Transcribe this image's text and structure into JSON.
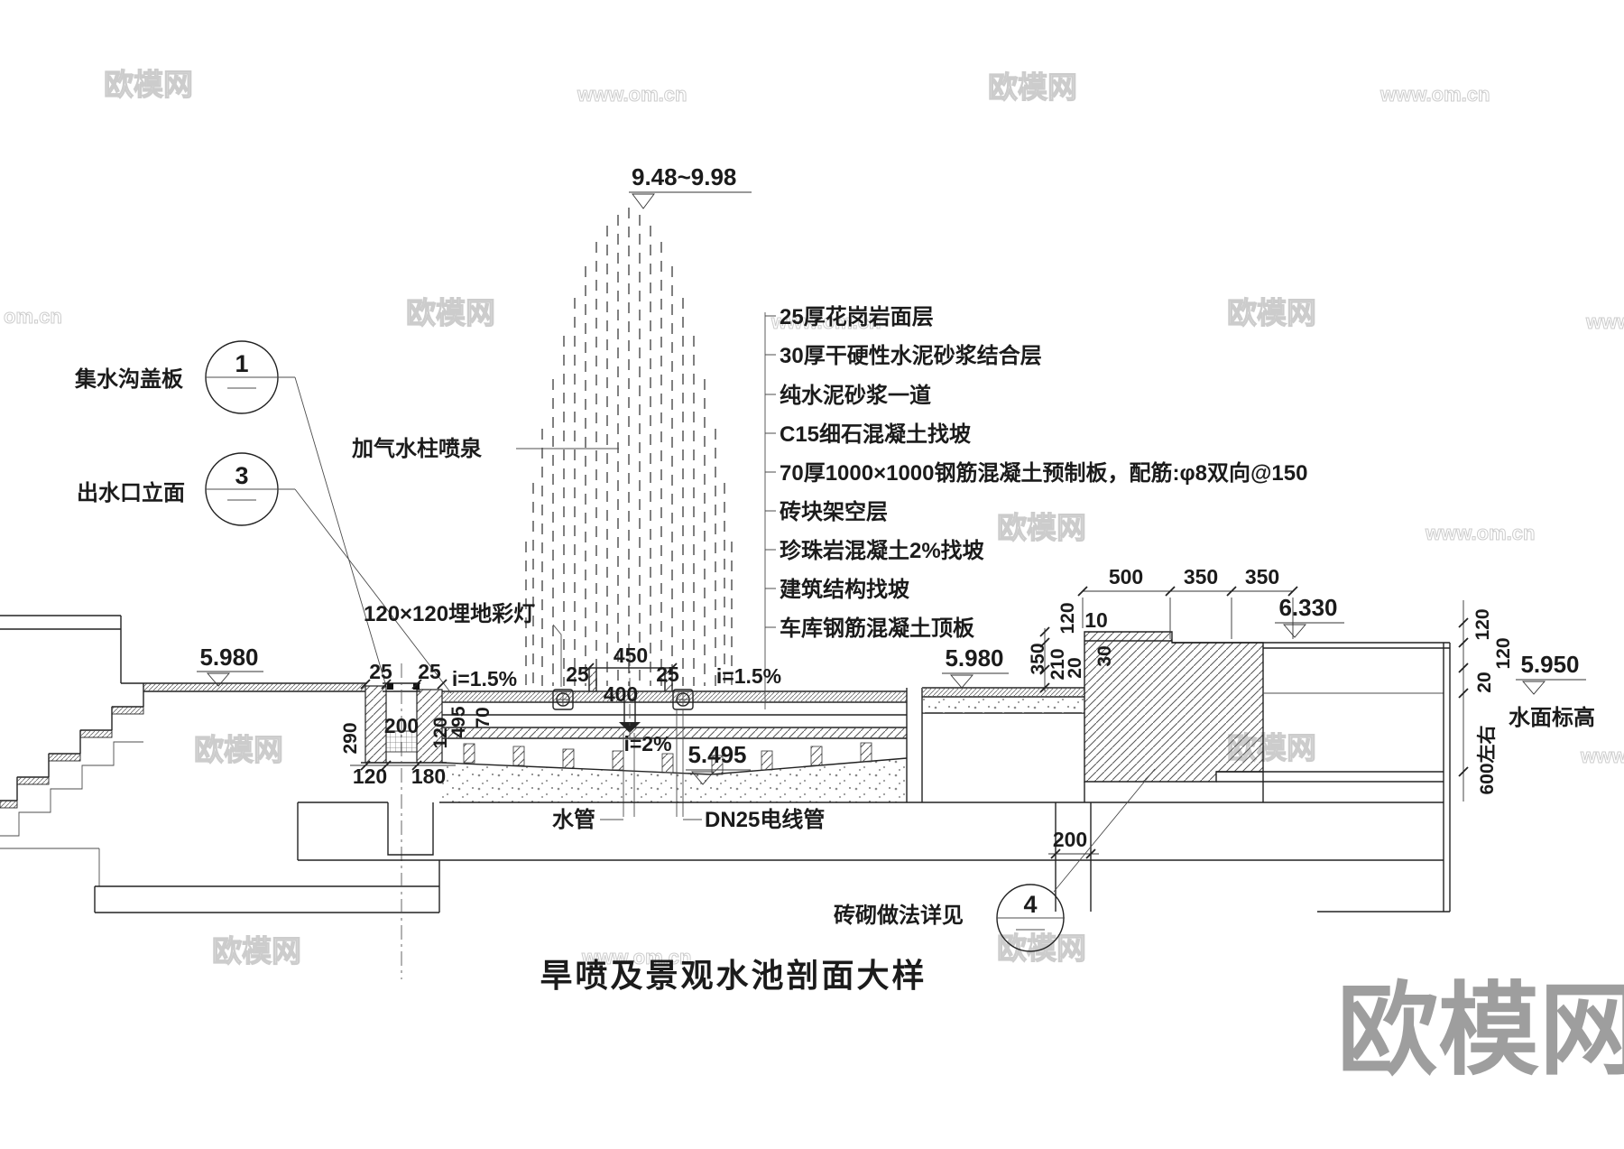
{
  "title": "旱喷及景观水池剖面大样",
  "watermark": {
    "brand": "欧模网",
    "site": "www.om.cn",
    "partial": "om.cn"
  },
  "callouts": {
    "gutter_cover": "集水沟盖板",
    "gutter_cover_num": "1",
    "outlet_face": "出水口立面",
    "outlet_face_num": "3",
    "brick_note": "砖砌做法详见",
    "brick_note_num": "4",
    "fountain": "加气水柱喷泉",
    "buried_light": "120×120埋地彩灯",
    "water_pipe": "水管",
    "conduit": "DN25电线管",
    "water_level": "水面标高"
  },
  "elevations": {
    "spray": "9.48~9.98",
    "deck": "5.980",
    "pool_bottom": "5.495",
    "wall_top": "6.330",
    "water": "5.950"
  },
  "slopes": {
    "deck": "i=1.5%",
    "screed": "i=2%"
  },
  "layers": [
    "25厚花岗岩面层",
    "30厚干硬性水泥砂浆结合层",
    "纯水泥砂浆一道",
    "C15细石混凝土找坡",
    "70厚1000×1000钢筋混凝土预制板，配筋:φ8双向@150",
    "砖块架空层",
    "珍珠岩混凝土2%找坡",
    "建筑结构找坡",
    "车库钢筋混凝土顶板"
  ],
  "dims": {
    "d10": "10",
    "d20": "20",
    "d25": "25",
    "d30": "30",
    "d70": "70",
    "d120": "120",
    "d180": "180",
    "d200": "200",
    "d210": "210",
    "d290": "290",
    "d350": "350",
    "d400": "400",
    "d450": "450",
    "d495": "495",
    "d500": "500",
    "d600": "600左右"
  }
}
